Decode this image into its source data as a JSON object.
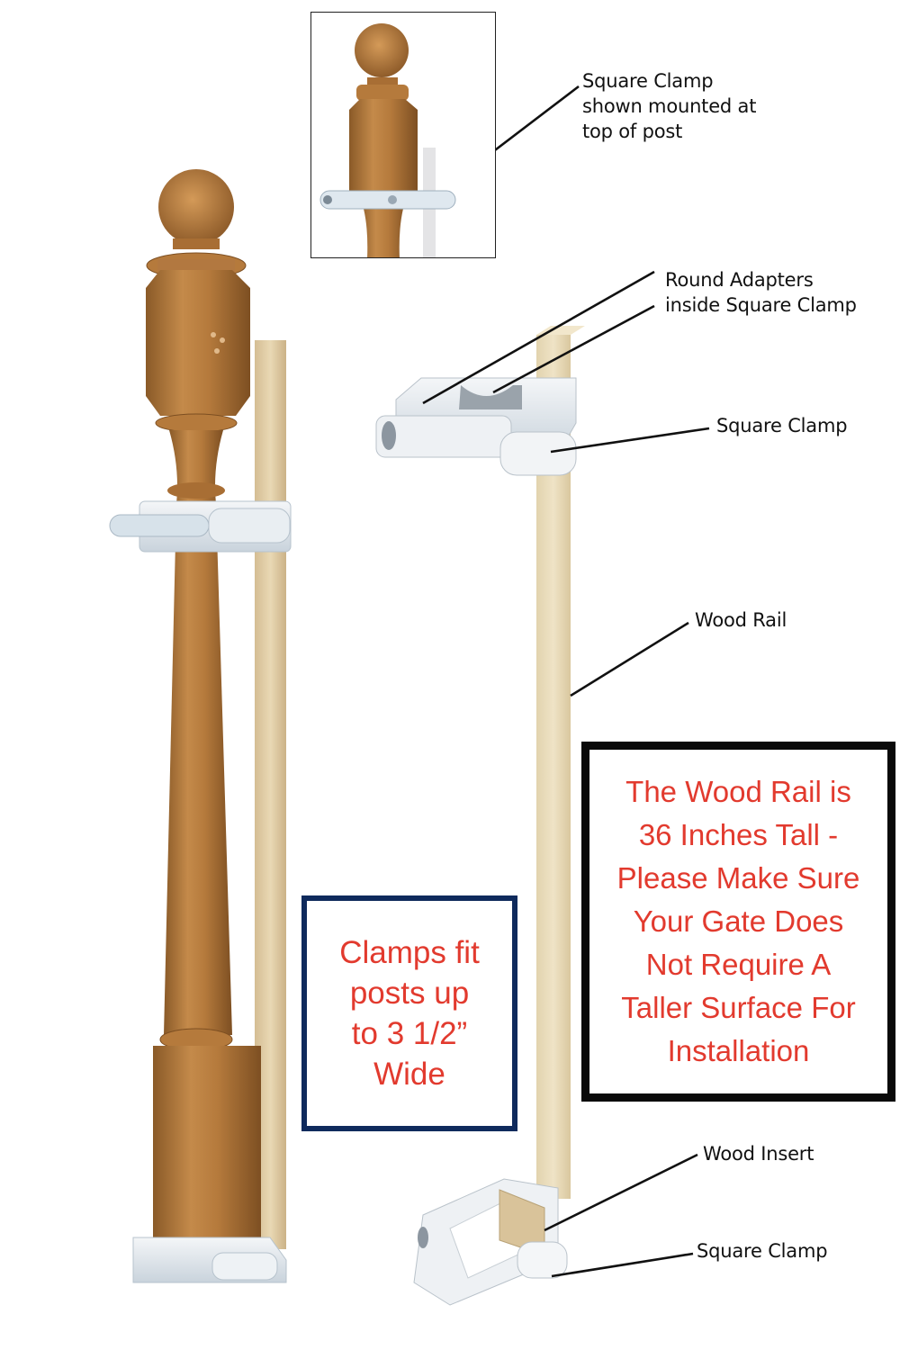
{
  "diagram": {
    "callouts": [
      {
        "id": "inset-square-clamp",
        "lines": [
          "Square Clamp",
          "shown mounted at",
          "top of post"
        ]
      },
      {
        "id": "round-adapters",
        "lines": [
          "Round Adapters",
          "inside Square Clamp"
        ]
      },
      {
        "id": "top-square-clamp",
        "lines": [
          "Square Clamp"
        ]
      },
      {
        "id": "wood-rail",
        "lines": [
          "Wood Rail"
        ]
      },
      {
        "id": "wood-insert",
        "lines": [
          "Wood Insert"
        ]
      },
      {
        "id": "bottom-square-clamp",
        "lines": [
          "Square Clamp"
        ]
      }
    ],
    "notes": {
      "clamps_fit": [
        "Clamps fit",
        "posts up",
        "to 3 1/2”",
        "Wide"
      ],
      "rail_height": [
        "The Wood Rail is",
        "36 Inches Tall -",
        "Please Make Sure",
        "Your Gate Does",
        "Not Require A",
        "Taller Surface For",
        "Installation"
      ]
    },
    "colors": {
      "note_text": "#e23a2e",
      "clamps_box_border": "#0f2a5c",
      "rail_box_border": "#0a0a0a",
      "oak": "#b07a3e",
      "rail_wood": "#e6d5b0",
      "clamp_plastic": "#e8ecef"
    }
  }
}
